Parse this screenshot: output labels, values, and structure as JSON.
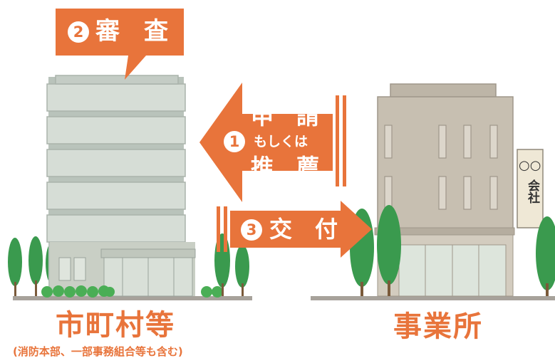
{
  "colors": {
    "accent": "#e8743b",
    "building_left": "#c9d1c9",
    "building_right": "#c7bfb1",
    "tree": "#3a9a4e",
    "ground": "#a7a29b"
  },
  "step_review": {
    "number": "2",
    "label": "審　査"
  },
  "step_apply": {
    "number": "1",
    "line1": "申　請",
    "line2": "もしくは",
    "line3": "推　薦"
  },
  "step_issue": {
    "number": "3",
    "label": "交　付"
  },
  "company_sign": {
    "line1": "○○",
    "line2": "会社"
  },
  "municipality": {
    "title": "市町村等",
    "note": "(消防本部、一部事務組合等も含む)"
  },
  "business": {
    "title": "事業所"
  }
}
